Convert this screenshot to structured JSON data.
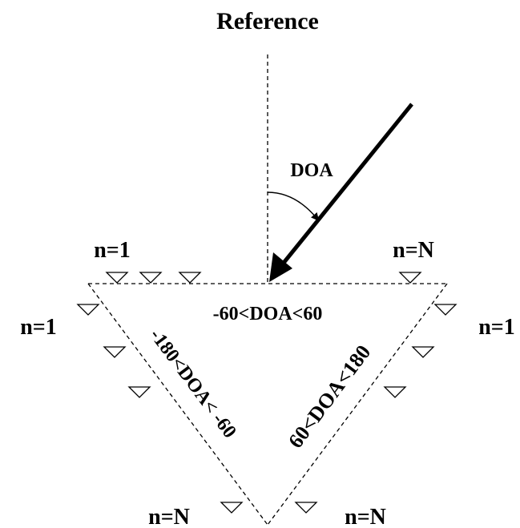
{
  "title": "Reference",
  "doa_label": "DOA",
  "top_edge": {
    "label_first": "n=1",
    "label_last": "n=N",
    "range": "-60<DOA<60"
  },
  "left_edge": {
    "label_first": "n=1",
    "label_last": "n=N",
    "range": "-180<DOA< -60"
  },
  "right_edge": {
    "label_first": "n=1",
    "label_last": "n=N",
    "range": "60<DOA<180"
  }
}
